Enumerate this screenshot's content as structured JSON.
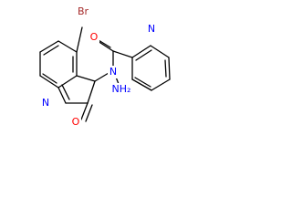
{
  "structure": {
    "atoms": {
      "br": {
        "text": "Br",
        "color": "#a52a2a"
      },
      "n_pyridine": {
        "text": "N",
        "color": "#0000ff"
      },
      "n_hydrazide": {
        "text": "N",
        "color": "#0000ff"
      },
      "nh2": {
        "text": "NH₂",
        "color": "#0000ff"
      },
      "o_amide": {
        "text": "O",
        "color": "#ff0000"
      },
      "n_ring": {
        "text": "N",
        "color": "#0000ff"
      },
      "o_ring": {
        "text": "O",
        "color": "#ff0000"
      }
    }
  }
}
